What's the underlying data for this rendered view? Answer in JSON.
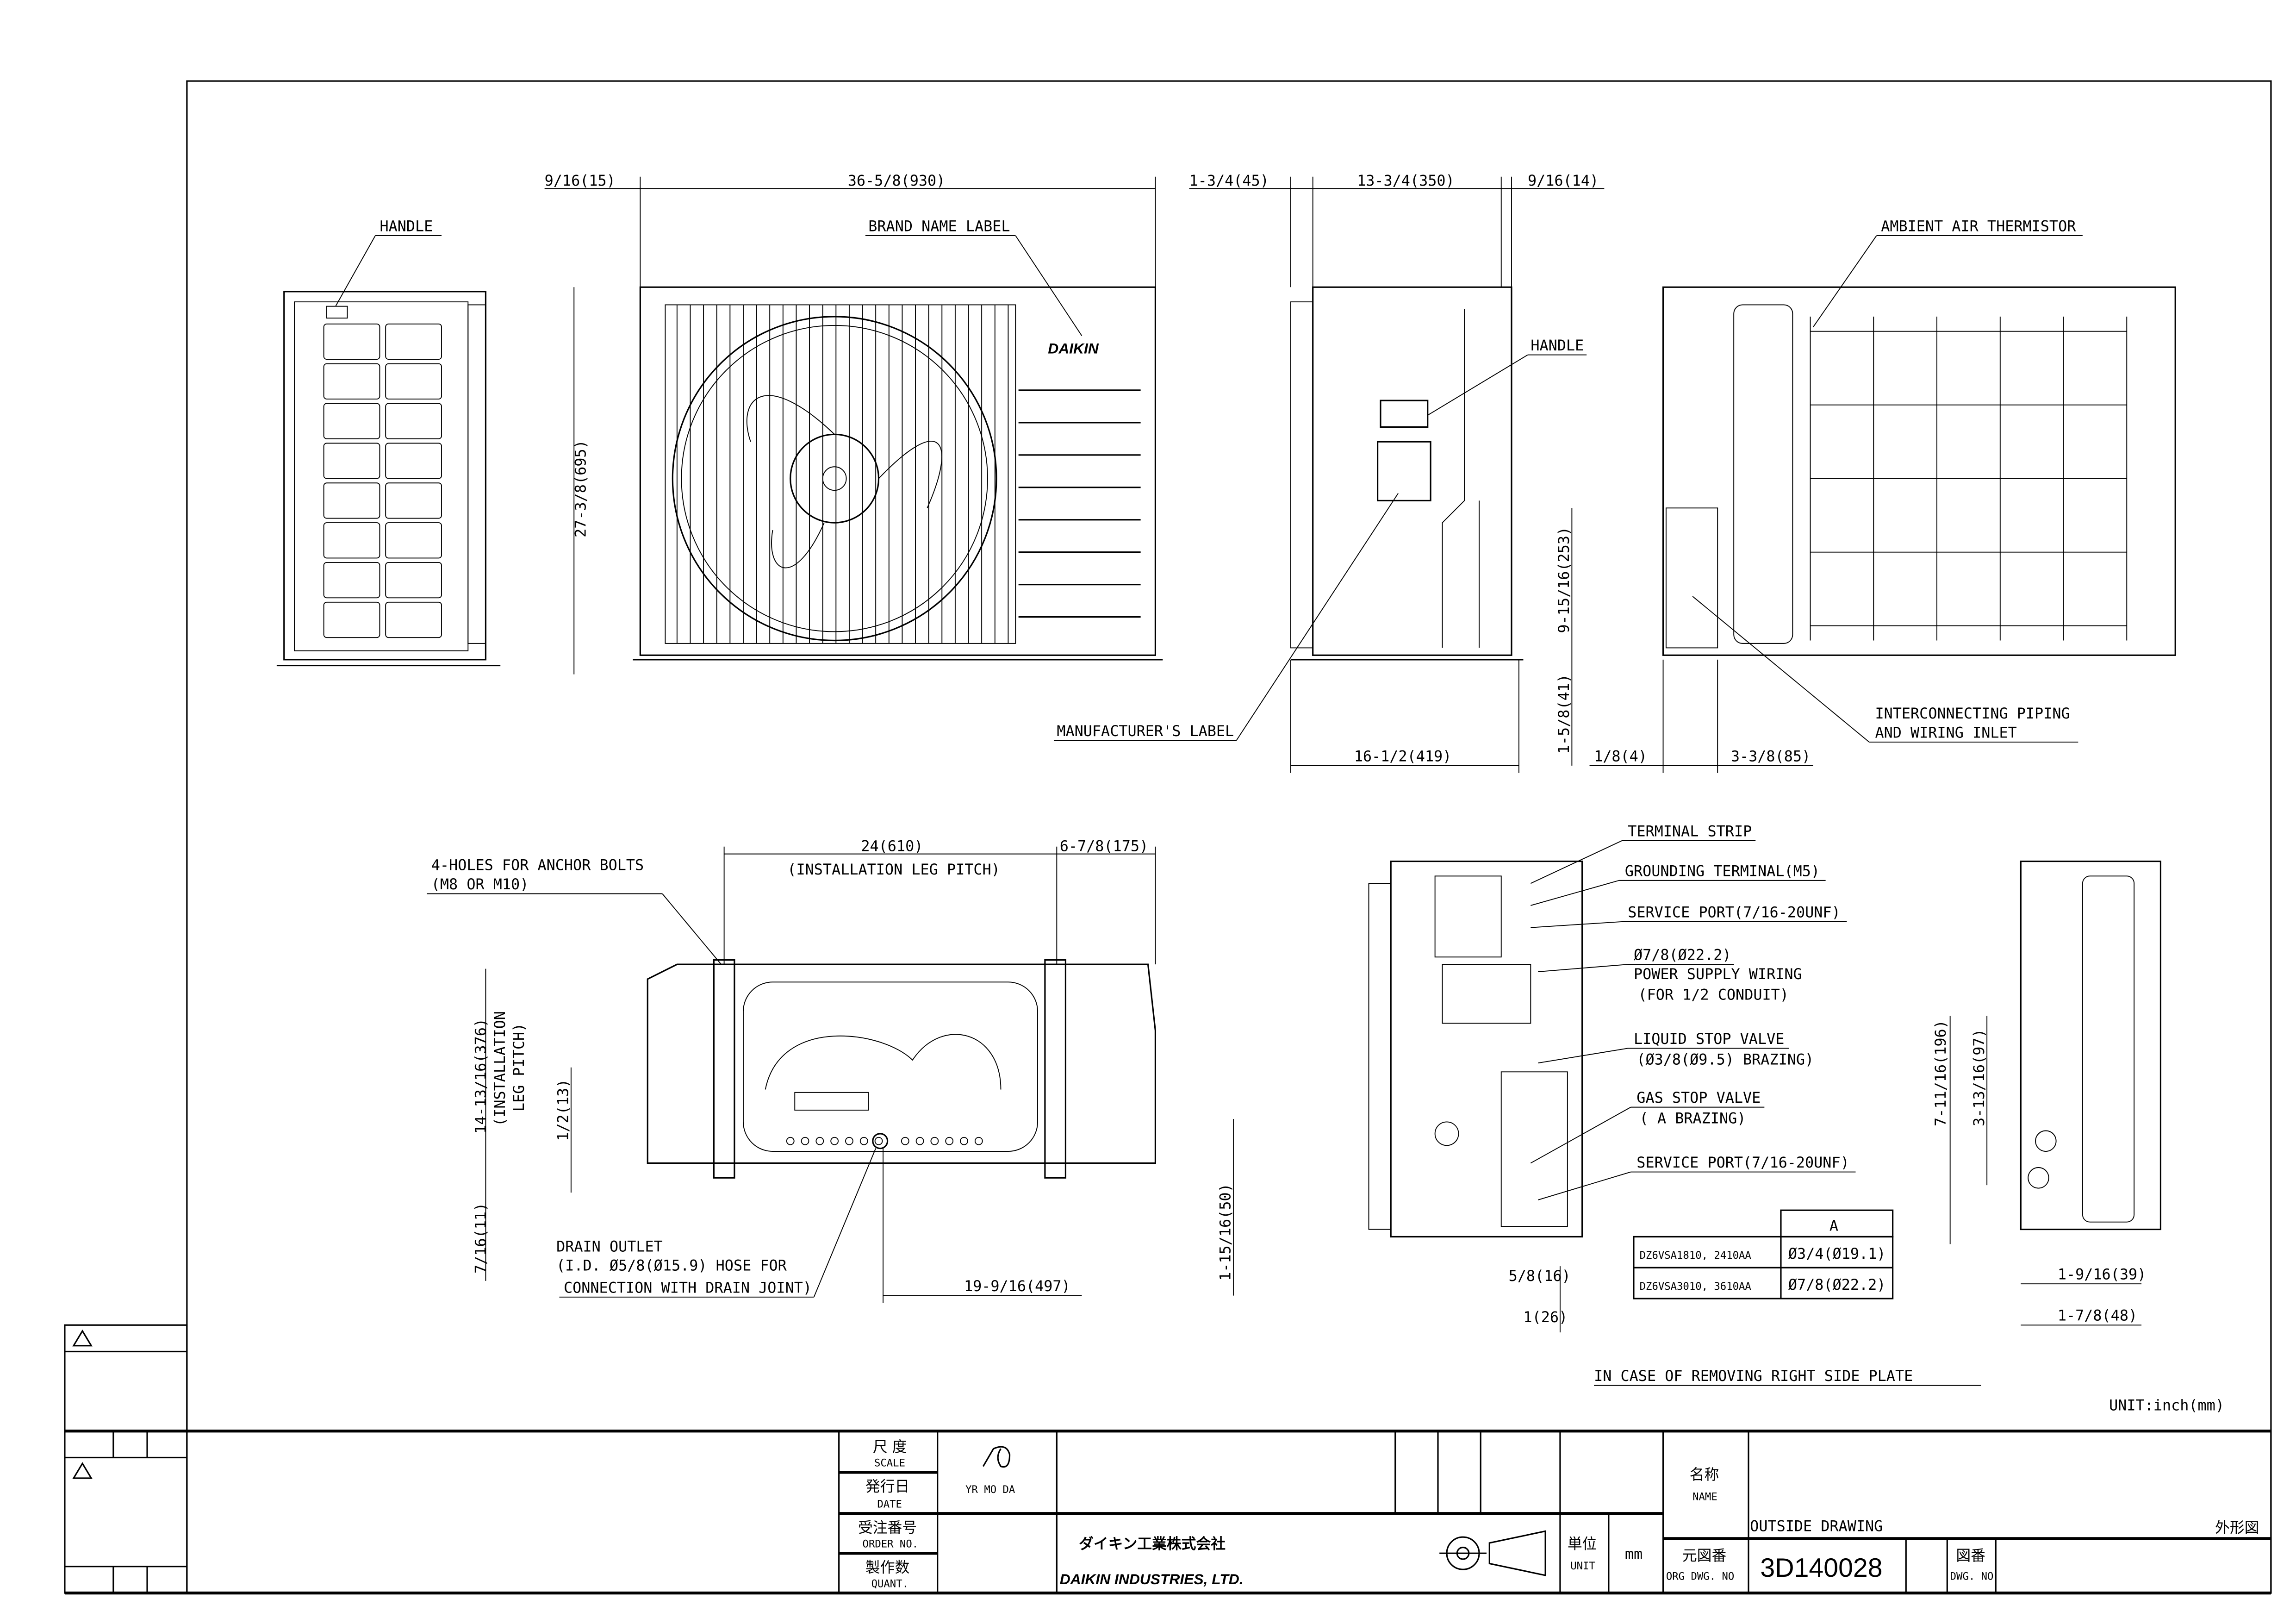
{
  "views": {
    "side_left": {
      "label_handle": "HANDLE"
    },
    "front": {
      "label_brand": "BRAND NAME LABEL",
      "logo": "DAIKIN",
      "dim_left_gap": "9/16(15)",
      "dim_width": "36-5/8(930)",
      "dim_height": "27-3/8(695)"
    },
    "side_right": {
      "label_handle": "HANDLE",
      "label_manufacturer": "MANUFACTURER'S LABEL",
      "dim_a": "1-3/4(45)",
      "dim_b": "13-3/4(350)",
      "dim_c": "9/16(14)",
      "dim_depth": "16-1/2(419)"
    },
    "rear": {
      "label_thermistor": "AMBIENT AIR THERMISTOR",
      "label_inlet_1": "INTERCONNECTING PIPING",
      "label_inlet_2": "AND WIRING INLET",
      "dim_inlet_height": "9-15/16(253)",
      "dim_inlet_bottom": "1-5/8(41)",
      "dim_left": "1/8(4)",
      "dim_width": "3-3/8(85)"
    },
    "bottom": {
      "label_anchor_1": "4-HOLES FOR ANCHOR BOLTS",
      "label_anchor_2": "(M8 OR M10)",
      "dim_pitch": "24(610)",
      "dim_pitch_note": "(INSTALLATION LEG PITCH)",
      "dim_right": "6-7/8(175)",
      "dim_depth_pitch_1": "14-13/16(376)",
      "dim_depth_pitch_2": "(INSTALLATION",
      "dim_depth_pitch_3": "LEG PITCH)",
      "dim_half": "1/2(13)",
      "dim_7_16": "7/16(11)",
      "dim_drain_height": "1-15/16(50)",
      "dim_drain_x": "19-9/16(497)",
      "label_drain_1": "DRAIN OUTLET",
      "label_drain_2": "(I.D. Ø5/8(Ø15.9) HOSE FOR",
      "label_drain_3": "CONNECTION WITH DRAIN JOINT)"
    },
    "removed_plate": {
      "labels": [
        "TERMINAL STRIP",
        "GROUNDING TERMINAL(M5)",
        "SERVICE PORT(7/16-20UNF)",
        "Ø7/8(Ø22.2)",
        "POWER SUPPLY WIRING",
        "(FOR 1/2 CONDUIT)",
        "LIQUID STOP VALVE",
        "(Ø3/8(Ø9.5) BRAZING)",
        "GAS STOP VALVE",
        "( A  BRAZING)",
        "SERVICE PORT(7/16-20UNF)"
      ],
      "dim_5_8": "5/8(16)",
      "dim_1": "1(26)",
      "caption": "IN CASE OF REMOVING RIGHT SIDE PLATE"
    },
    "right_edge": {
      "dim_total": "7-11/16(196)",
      "dim_upper": "3-13/16(97)",
      "dim_a": "1-9/16(39)",
      "dim_b": "1-7/8(48)"
    }
  },
  "size_table": {
    "header": "A",
    "rows": [
      {
        "model": "DZ6VSA1810, 2410AA",
        "value": "Ø3/4(Ø19.1)"
      },
      {
        "model": "DZ6VSA3010, 3610AA",
        "value": "Ø7/8(Ø22.2)"
      }
    ]
  },
  "unit_note": "UNIT:inch(mm)",
  "title_block": {
    "scale_jp": "尺 度",
    "scale_en": "SCALE",
    "date_jp": "発行日",
    "date_en": "DATE",
    "date_fields": "YR  MO  DA",
    "order_jp": "受注番号",
    "order_en": "ORDER NO.",
    "quant_jp": "製作数",
    "quant_en": "QUANT.",
    "company_jp": "ダイキン工業株式会社",
    "company_en": "DAIKIN INDUSTRIES, LTD.",
    "unit_jp": "単位",
    "unit_en": "UNIT",
    "unit_value": "mm",
    "name_jp": "名称",
    "name_en": "NAME",
    "name_value": "OUTSIDE DRAWING",
    "name_value_jp": "外形図",
    "org_jp": "元図番",
    "org_en": "ORG DWG. NO",
    "org_value": "3D140028",
    "dwg_jp": "図番",
    "dwg_en": "DWG. NO"
  }
}
